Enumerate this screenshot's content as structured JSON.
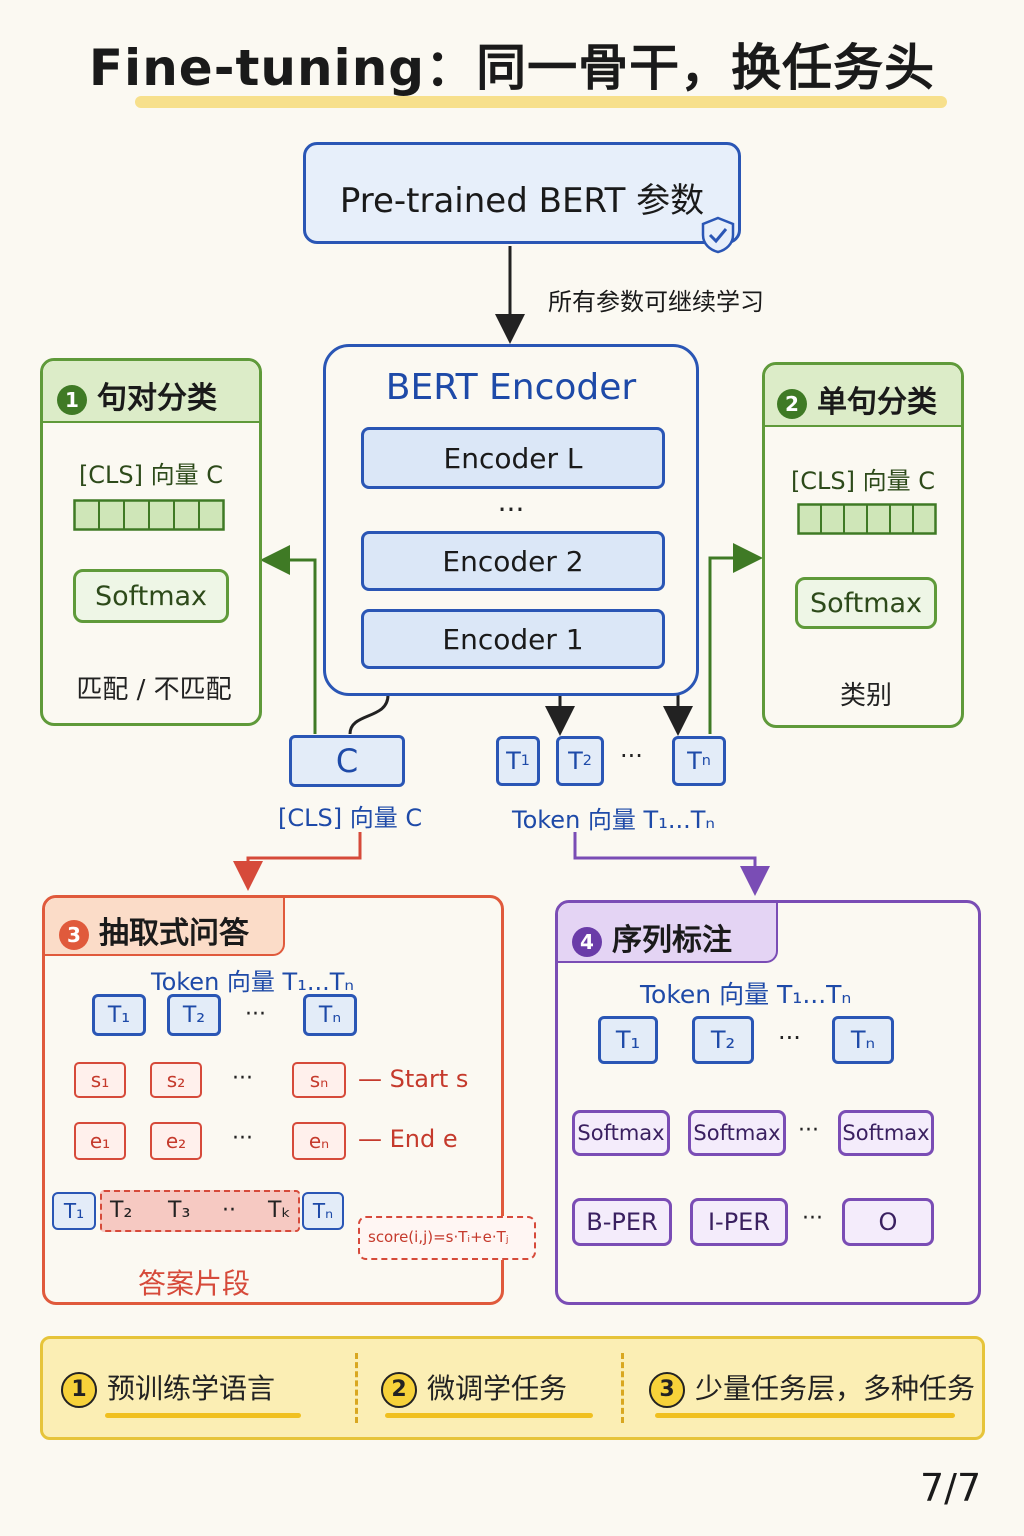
{
  "title": "Fine-tuning：同一骨干，换任务头",
  "pretrained": {
    "label": "Pre-trained BERT 参数",
    "note": "所有参数可继续学习"
  },
  "encoder": {
    "title": "BERT Encoder",
    "layers": [
      "Encoder L",
      "Encoder 2",
      "Encoder 1"
    ],
    "dots": "···"
  },
  "cls_output": {
    "box": "C",
    "label": "[CLS] 向量 C"
  },
  "token_output": {
    "t1": "T",
    "t2": "T",
    "tn": "T",
    "sub1": "1",
    "sub2": "2",
    "subn": "n",
    "dots": "···",
    "label": "Token 向量 T₁...Tₙ"
  },
  "panel1": {
    "num": "1",
    "title": "句对分类",
    "cls_label": "[CLS] 向量 C",
    "softmax": "Softmax",
    "result": "匹配 / 不匹配"
  },
  "panel2": {
    "num": "2",
    "title": "单句分类",
    "cls_label": "[CLS] 向量 C",
    "softmax": "Softmax",
    "result": "类别"
  },
  "panel3": {
    "num": "3",
    "title": "抽取式问答",
    "token_label": "Token 向量 T₁...Tₙ",
    "start_label": "— Start s",
    "end_label": "— End e",
    "span_tokens": [
      "T₁",
      "T₂",
      "T₃",
      "··",
      "Tₖ",
      "Tₙ"
    ],
    "answer_label": "答案片段",
    "score": "score(i,j)=s·Tᵢ+e·Tⱼ",
    "s_tokens": [
      "s₁",
      "s₂",
      "sₙ"
    ],
    "e_tokens": [
      "e₁",
      "e₂",
      "eₙ"
    ],
    "t_tokens": [
      "T₁",
      "T₂",
      "Tₙ"
    ],
    "dots": "···"
  },
  "panel4": {
    "num": "4",
    "title": "序列标注",
    "token_label": "Token 向量 T₁...Tₙ",
    "t_tokens": [
      "T₁",
      "T₂",
      "Tₙ"
    ],
    "softmax": "Softmax",
    "tags": [
      "B-PER",
      "I-PER",
      "O"
    ],
    "dots": "···"
  },
  "summary": [
    {
      "num": "1",
      "text": "预训练学语言"
    },
    {
      "num": "2",
      "text": "微调学任务"
    },
    {
      "num": "3",
      "text": "少量任务层，多种任务"
    }
  ],
  "page": "7/7",
  "colors": {
    "blue": "#2a56b5",
    "green": "#5f9a3a",
    "red": "#d64a3a",
    "purple": "#7a4db5",
    "yellow": "#f0c020"
  }
}
